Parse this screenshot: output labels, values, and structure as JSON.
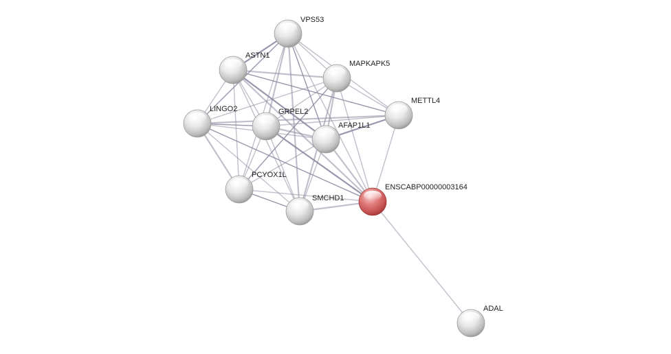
{
  "network": {
    "nodes": [
      {
        "id": "VPS53",
        "label": "VPS53",
        "highlight": false
      },
      {
        "id": "ASTN1",
        "label": "ASTN1",
        "highlight": false
      },
      {
        "id": "MAPKAPK5",
        "label": "MAPKAPK5",
        "highlight": false
      },
      {
        "id": "METTL4",
        "label": "METTL4",
        "highlight": false
      },
      {
        "id": "LINGO2",
        "label": "LINGO2",
        "highlight": false
      },
      {
        "id": "GRPEL2",
        "label": "GRPEL2",
        "highlight": false
      },
      {
        "id": "AFAP1L1",
        "label": "AFAP1L1",
        "highlight": false
      },
      {
        "id": "PCYOX1L",
        "label": "PCYOX1L",
        "highlight": false
      },
      {
        "id": "SMCHD1",
        "label": "SMCHD1",
        "highlight": false
      },
      {
        "id": "ENSCABP00000003164",
        "label": "ENSCABP00000003164",
        "highlight": true
      },
      {
        "id": "ADAL",
        "label": "ADAL",
        "highlight": false
      }
    ],
    "edges": [
      [
        "VPS53",
        "ASTN1"
      ],
      [
        "VPS53",
        "MAPKAPK5"
      ],
      [
        "VPS53",
        "METTL4"
      ],
      [
        "VPS53",
        "GRPEL2"
      ],
      [
        "VPS53",
        "AFAP1L1"
      ],
      [
        "VPS53",
        "PCYOX1L"
      ],
      [
        "VPS53",
        "SMCHD1"
      ],
      [
        "VPS53",
        "ENSCABP00000003164"
      ],
      [
        "VPS53",
        "LINGO2"
      ],
      [
        "ASTN1",
        "MAPKAPK5"
      ],
      [
        "ASTN1",
        "LINGO2"
      ],
      [
        "ASTN1",
        "GRPEL2"
      ],
      [
        "ASTN1",
        "AFAP1L1"
      ],
      [
        "ASTN1",
        "PCYOX1L"
      ],
      [
        "ASTN1",
        "SMCHD1"
      ],
      [
        "ASTN1",
        "ENSCABP00000003164"
      ],
      [
        "ASTN1",
        "METTL4"
      ],
      [
        "MAPKAPK5",
        "GRPEL2"
      ],
      [
        "MAPKAPK5",
        "AFAP1L1"
      ],
      [
        "MAPKAPK5",
        "LINGO2"
      ],
      [
        "MAPKAPK5",
        "PCYOX1L"
      ],
      [
        "MAPKAPK5",
        "SMCHD1"
      ],
      [
        "MAPKAPK5",
        "ENSCABP00000003164"
      ],
      [
        "MAPKAPK5",
        "METTL4"
      ],
      [
        "METTL4",
        "AFAP1L1"
      ],
      [
        "METTL4",
        "GRPEL2"
      ],
      [
        "METTL4",
        "ENSCABP00000003164"
      ],
      [
        "METTL4",
        "LINGO2"
      ],
      [
        "LINGO2",
        "GRPEL2"
      ],
      [
        "LINGO2",
        "AFAP1L1"
      ],
      [
        "LINGO2",
        "PCYOX1L"
      ],
      [
        "LINGO2",
        "SMCHD1"
      ],
      [
        "LINGO2",
        "ENSCABP00000003164"
      ],
      [
        "GRPEL2",
        "AFAP1L1"
      ],
      [
        "GRPEL2",
        "PCYOX1L"
      ],
      [
        "GRPEL2",
        "SMCHD1"
      ],
      [
        "GRPEL2",
        "ENSCABP00000003164"
      ],
      [
        "AFAP1L1",
        "PCYOX1L"
      ],
      [
        "AFAP1L1",
        "SMCHD1"
      ],
      [
        "AFAP1L1",
        "ENSCABP00000003164"
      ],
      [
        "PCYOX1L",
        "SMCHD1"
      ],
      [
        "PCYOX1L",
        "ENSCABP00000003164"
      ],
      [
        "SMCHD1",
        "ENSCABP00000003164"
      ],
      [
        "ENSCABP00000003164",
        "ADAL"
      ]
    ]
  },
  "colors": {
    "edge": "#8c8ca3",
    "node_fill": "#d8d8d8",
    "highlight_fill": "#d66a6a",
    "label": "#222222"
  }
}
